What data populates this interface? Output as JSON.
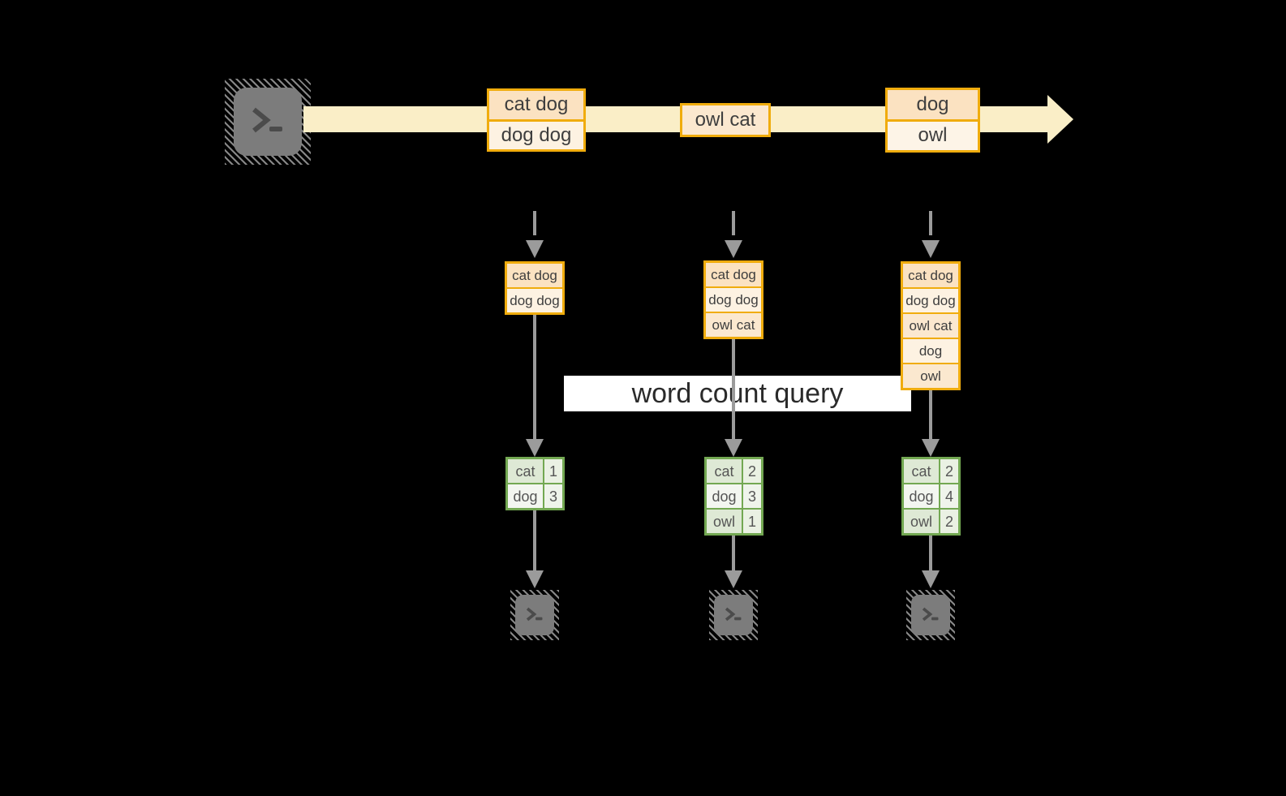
{
  "query_label": "word count query",
  "stream_batches": [
    {
      "lines": [
        "cat dog",
        "dog dog"
      ]
    },
    {
      "lines": [
        "owl cat"
      ]
    },
    {
      "lines": [
        "dog",
        "owl"
      ]
    }
  ],
  "micro_batches": [
    {
      "buffer": [
        "cat dog",
        "dog dog"
      ],
      "counts": [
        {
          "word": "cat",
          "count": "1"
        },
        {
          "word": "dog",
          "count": "3"
        }
      ]
    },
    {
      "buffer": [
        "cat dog",
        "dog dog",
        "owl cat"
      ],
      "counts": [
        {
          "word": "cat",
          "count": "2"
        },
        {
          "word": "dog",
          "count": "3"
        },
        {
          "word": "owl",
          "count": "1"
        }
      ]
    },
    {
      "buffer": [
        "cat dog",
        "dog dog",
        "owl cat",
        "dog",
        "owl"
      ],
      "counts": [
        {
          "word": "cat",
          "count": "2"
        },
        {
          "word": "dog",
          "count": "4"
        },
        {
          "word": "owl",
          "count": "2"
        }
      ]
    }
  ],
  "icons": {
    "source": "terminal-icon",
    "sinks": [
      "terminal-icon",
      "terminal-icon",
      "terminal-icon"
    ]
  },
  "colors": {
    "background": "#000000",
    "stream_band": "#faeec7",
    "box_border": "#f0ac0d",
    "cell_dark": "#fbe2c1",
    "cell_light": "#fdf2e2",
    "cell_mid": "#fbe8cf",
    "cell_pale": "#fdf4e7",
    "orange_cell_text": "#3e3e3e",
    "arrow_gray": "#9b9b9b",
    "terminal_gray": "#7c7c7c",
    "glyph_gray": "#4b4b4b",
    "query_bg": "#ffffff",
    "query_text": "#2a2a2a",
    "table_border": "#73a852",
    "green_dark": "#dee9d5",
    "green_darknum": "#eaf1e3",
    "green_light": "#f3f6f0",
    "green_lightnum": "#eff4eb",
    "green_cell_text": "#555555"
  }
}
